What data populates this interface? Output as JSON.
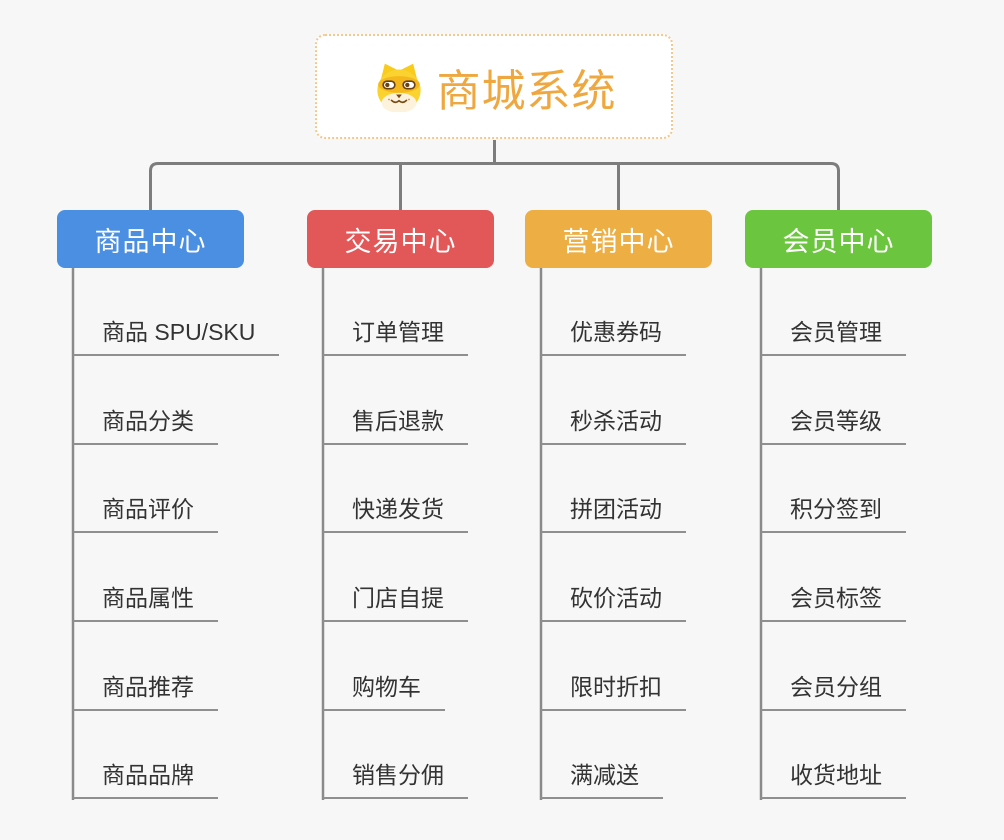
{
  "root": {
    "label": "商城系统",
    "icon": "dog-icon",
    "text_color": "#efa73f",
    "border_color": "#f3c98b"
  },
  "connector_color": "#7d7d7d",
  "trunk_color": "#8a8a8a",
  "branches": [
    {
      "label": "商品中心",
      "color": "#4a8fe2",
      "items": [
        "商品 SPU/SKU",
        "商品分类",
        "商品评价",
        "商品属性",
        "商品推荐",
        "商品品牌"
      ]
    },
    {
      "label": "交易中心",
      "color": "#e25758",
      "items": [
        "订单管理",
        "售后退款",
        "快递发货",
        "门店自提",
        "购物车",
        "销售分佣"
      ]
    },
    {
      "label": "营销中心",
      "color": "#edae43",
      "items": [
        "优惠券码",
        "秒杀活动",
        "拼团活动",
        "砍价活动",
        "限时折扣",
        "满减送"
      ]
    },
    {
      "label": "会员中心",
      "color": "#6cc53f",
      "items": [
        "会员管理",
        "会员等级",
        "积分签到",
        "会员标签",
        "会员分组",
        "收货地址"
      ]
    }
  ]
}
